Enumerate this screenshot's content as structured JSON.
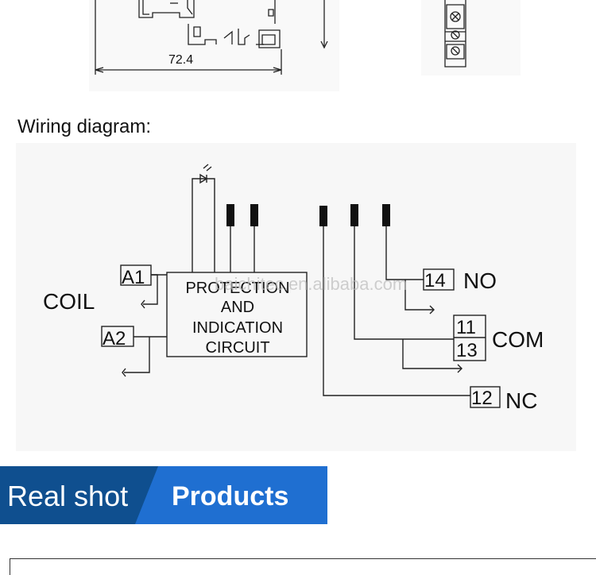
{
  "top_drawing": {
    "dimension_label": "72.4"
  },
  "wiring": {
    "heading": "Wiring diagram:",
    "coil_label": "COIL",
    "a1": "A1",
    "a2": "A2",
    "box_lines": [
      "PROTECTION",
      "AND",
      "INDICATION",
      "CIRCUIT"
    ],
    "watermark": "baichitec.en.alibaba.com",
    "t14": "14",
    "no": "NO",
    "t11": "11",
    "t13": "13",
    "com": "COM",
    "t12": "12",
    "nc": "NC"
  },
  "banner": {
    "left": "Real shot",
    "right": "Products",
    "colors": {
      "left": "#0f4f8f",
      "right": "#1f6fd1"
    }
  }
}
